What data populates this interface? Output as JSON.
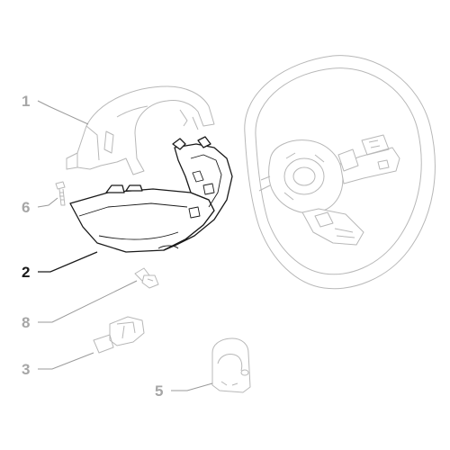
{
  "diagram": {
    "highlight_color": "#1a1a1a",
    "ghost_color": "#a6a6a6",
    "callouts": [
      {
        "id": "1",
        "label": "1",
        "highlighted": false
      },
      {
        "id": "6",
        "label": "6",
        "highlighted": false
      },
      {
        "id": "2",
        "label": "2",
        "highlighted": true
      },
      {
        "id": "8",
        "label": "8",
        "highlighted": false
      },
      {
        "id": "3",
        "label": "3",
        "highlighted": false
      },
      {
        "id": "5",
        "label": "5",
        "highlighted": false
      }
    ]
  }
}
